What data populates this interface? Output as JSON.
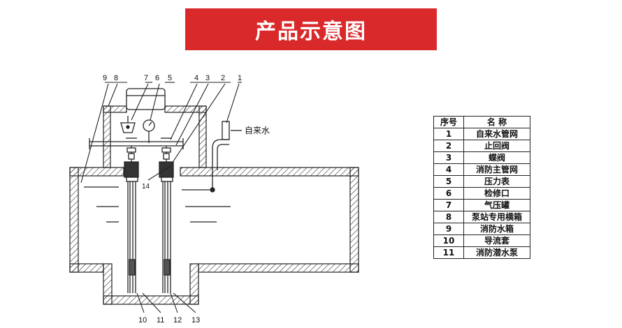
{
  "banner": {
    "title": "产品示意图",
    "color": "#d9292b"
  },
  "diagram": {
    "inlet_label": "自来水",
    "callouts_top": [
      "9",
      "8",
      "7",
      "6",
      "5",
      "4",
      "3",
      "2",
      "1"
    ],
    "callout_14": "14",
    "callouts_bottom": [
      "10",
      "11",
      "12",
      "13"
    ]
  },
  "legend": {
    "headers": [
      "序号",
      "名 称"
    ],
    "rows": [
      {
        "num": "1",
        "name": "自来水管网"
      },
      {
        "num": "2",
        "name": "止回阀"
      },
      {
        "num": "3",
        "name": "蝶阀"
      },
      {
        "num": "4",
        "name": "消防主管网"
      },
      {
        "num": "5",
        "name": "压力表"
      },
      {
        "num": "6",
        "name": "检修口"
      },
      {
        "num": "7",
        "name": "气压罐"
      },
      {
        "num": "8",
        "name": "泵站专用横箱"
      },
      {
        "num": "9",
        "name": "消防水箱"
      },
      {
        "num": "10",
        "name": "导流套"
      },
      {
        "num": "11",
        "name": "消防潜水泵"
      }
    ]
  }
}
